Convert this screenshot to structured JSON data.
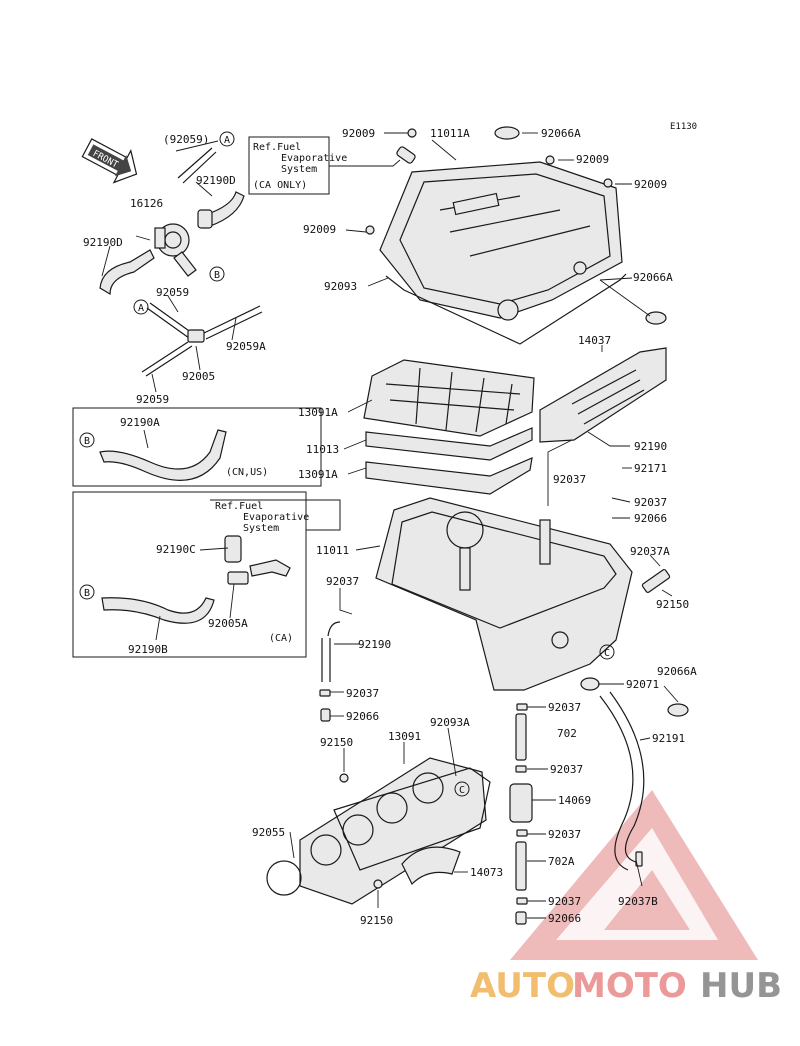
{
  "diagram_code": "E1130",
  "front_label": "FRONT",
  "circle_refs": {
    "a": "A",
    "b": "B",
    "c": "C"
  },
  "ref_fuel_ca": {
    "line1": "Ref.Fuel",
    "line2": "Evaporative",
    "line3": "System",
    "line4": "(CA ONLY)"
  },
  "ref_fuel_inset": {
    "line1": "Ref.Fuel",
    "line2": "Evaporative",
    "line3": "System"
  },
  "inset_labels": {
    "cn_us": "(CN,US)",
    "ca": "(CA)"
  },
  "watermark": {
    "part1": "AUTO",
    "part2": "MOTO",
    "part3": "HUB"
  },
  "parts": {
    "p92059_paren": "(92059)",
    "p16126": "16126",
    "p92190D_top": "92190D",
    "p92190D_left": "92190D",
    "p92059_a": "92059",
    "p92059A": "92059A",
    "p92005": "92005",
    "p92059_b": "92059",
    "p92190A": "92190A",
    "p92190C": "92190C",
    "p92005A": "92005A",
    "p92190B": "92190B",
    "p92009_1": "92009",
    "p11011A": "11011A",
    "p92066A_1": "92066A",
    "p92009_2": "92009",
    "p92009_3": "92009",
    "p92009_4": "92009",
    "p92093": "92093",
    "p92066A_2": "92066A",
    "p14037": "14037",
    "p13091A_1": "13091A",
    "p11013": "11013",
    "p13091A_2": "13091A",
    "p92190_1": "92190",
    "p92171": "92171",
    "p92037_1": "92037",
    "p92037_2": "92037",
    "p92066_1": "92066",
    "p11011": "11011",
    "p92037A": "92037A",
    "p92037_3": "92037",
    "p92150_1": "92150",
    "p92190_2": "92190",
    "p92066A_3": "92066A",
    "p92071": "92071",
    "p92037_4": "92037",
    "p92066_2": "92066",
    "p92037_5": "92037",
    "p702": "702",
    "p92191": "92191",
    "p92093A": "92093A",
    "p92150_2": "92150",
    "p13091": "13091",
    "p92037_6": "92037",
    "p14069": "14069",
    "p92055": "92055",
    "p92037_7": "92037",
    "p702A": "702A",
    "p14073": "14073",
    "p92037_8": "92037",
    "p92037B": "92037B",
    "p92066_3": "92066",
    "p92150_3": "92150"
  }
}
